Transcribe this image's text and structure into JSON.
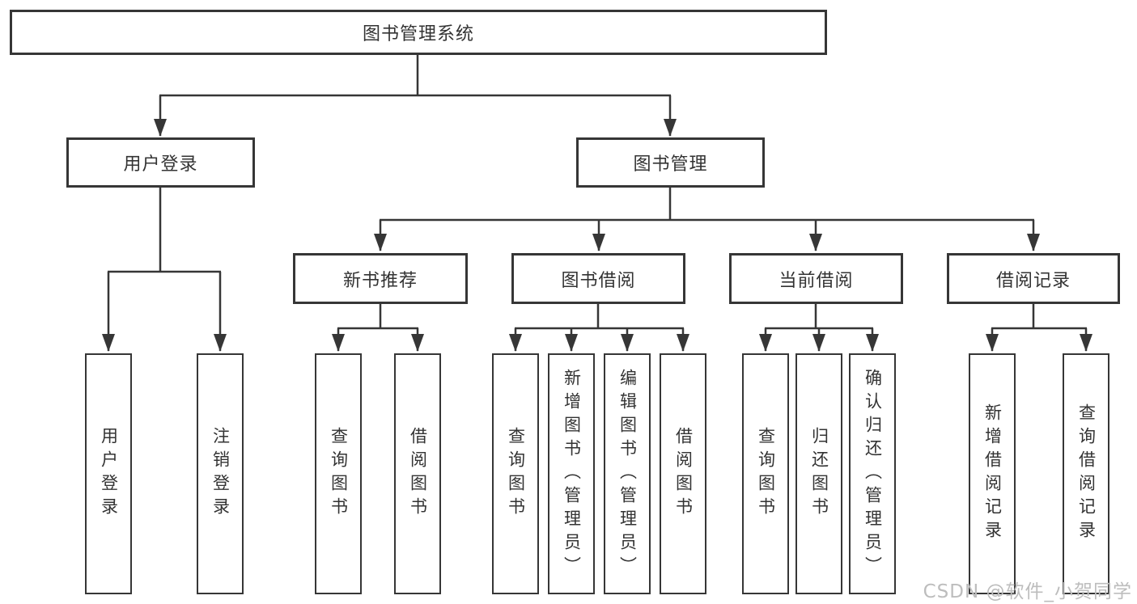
{
  "tree": {
    "label": "图书管理系统",
    "children": [
      {
        "label": "用户登录",
        "children": [
          {
            "label": "用户登录"
          },
          {
            "label": "注销登录"
          }
        ]
      },
      {
        "label": "图书管理",
        "children": [
          {
            "label": "新书推荐",
            "children": [
              {
                "label": "查询图书"
              },
              {
                "label": "借阅图书"
              }
            ]
          },
          {
            "label": "图书借阅",
            "children": [
              {
                "label": "查询图书"
              },
              {
                "label": "新增图书（管理员）"
              },
              {
                "label": "编辑图书（管理员）"
              },
              {
                "label": "借阅图书"
              }
            ]
          },
          {
            "label": "当前借阅",
            "children": [
              {
                "label": "查询图书"
              },
              {
                "label": "归还图书"
              },
              {
                "label": "确认归还（管理员）"
              }
            ]
          },
          {
            "label": "借阅记录",
            "children": [
              {
                "label": "新增借阅记录"
              },
              {
                "label": "查询借阅记录"
              }
            ]
          }
        ]
      }
    ]
  },
  "watermark": {
    "text": "CSDN @软件_小贺同学"
  },
  "colors": {
    "line": "#363636",
    "text": "#333333",
    "watermark": "#bdbdbd",
    "background": "#ffffff"
  }
}
